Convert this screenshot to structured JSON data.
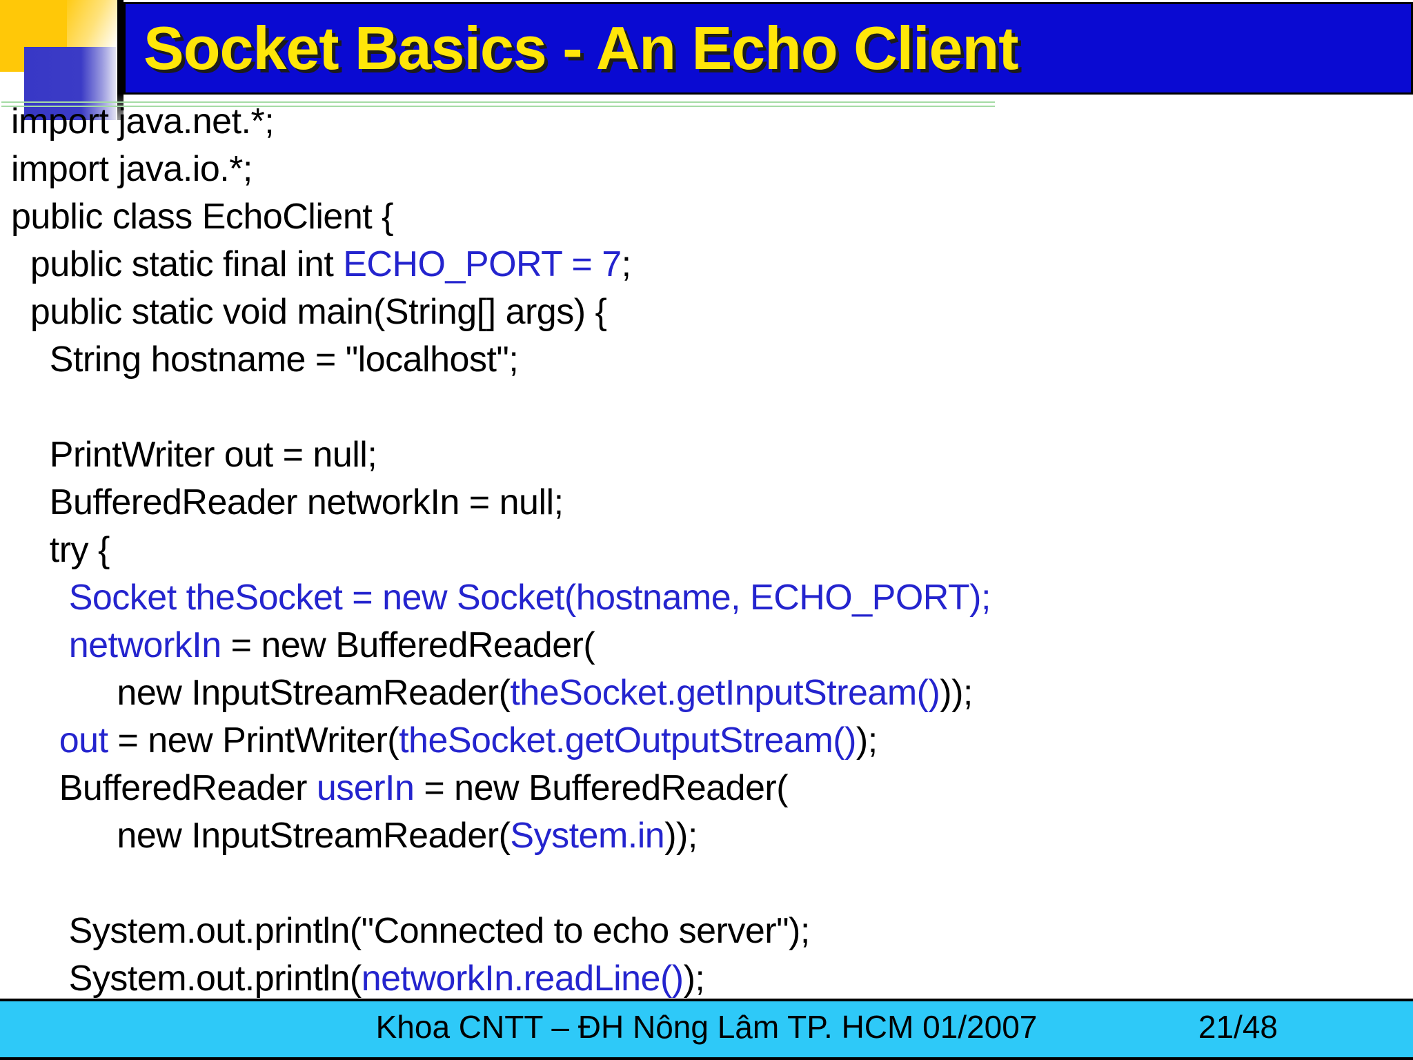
{
  "slide": {
    "title": "Socket Basics - An Echo Client",
    "footer": {
      "text": "Khoa CNTT – ĐH Nông Lâm TP. HCM 01/2007",
      "page": "21/48"
    }
  },
  "colors": {
    "title_bar_bg": "#0A0AD2",
    "title_text": "#FFE609",
    "code_black": "#000000",
    "code_blue": "#2424CE",
    "footer_bg": "#2EC9F8",
    "decor_gold": "#FFC808",
    "decor_blue": "#3838C6",
    "divider_green": "#A5DBA5"
  },
  "code": {
    "lines": [
      [
        {
          "t": "import java.net.*;",
          "c": "black"
        }
      ],
      [
        {
          "t": "import java.io.*;",
          "c": "black"
        }
      ],
      [
        {
          "t": "public class EchoClient {",
          "c": "black"
        }
      ],
      [
        {
          "t": "  public static final int ",
          "c": "black"
        },
        {
          "t": "ECHO_PORT = 7",
          "c": "blue"
        },
        {
          "t": ";",
          "c": "black"
        }
      ],
      [
        {
          "t": "  public static void main(String[] args) {",
          "c": "black"
        }
      ],
      [
        {
          "t": "    String hostname = \"localhost\";",
          "c": "black"
        }
      ],
      [],
      [
        {
          "t": "    PrintWriter out = null;",
          "c": "black"
        }
      ],
      [
        {
          "t": "    BufferedReader networkIn = null;",
          "c": "black"
        }
      ],
      [
        {
          "t": "    try {",
          "c": "black"
        }
      ],
      [
        {
          "t": "      ",
          "c": "black"
        },
        {
          "t": "Socket theSocket = new Socket(hostname, ECHO_PORT);",
          "c": "blue"
        }
      ],
      [
        {
          "t": "      ",
          "c": "black"
        },
        {
          "t": "networkIn",
          "c": "blue"
        },
        {
          "t": " = new BufferedReader(",
          "c": "black"
        }
      ],
      [
        {
          "t": "           new InputStreamReader(",
          "c": "black"
        },
        {
          "t": "theSocket.getInputStream()",
          "c": "blue"
        },
        {
          "t": "));",
          "c": "black"
        }
      ],
      [
        {
          "t": "     ",
          "c": "black"
        },
        {
          "t": "out",
          "c": "blue"
        },
        {
          "t": " = new PrintWriter(",
          "c": "black"
        },
        {
          "t": "theSocket.getOutputStream()",
          "c": "blue"
        },
        {
          "t": ");",
          "c": "black"
        }
      ],
      [
        {
          "t": "     BufferedReader ",
          "c": "black"
        },
        {
          "t": "userIn",
          "c": "blue"
        },
        {
          "t": " = new BufferedReader(",
          "c": "black"
        }
      ],
      [
        {
          "t": "           new InputStreamReader(",
          "c": "black"
        },
        {
          "t": "System.in",
          "c": "blue"
        },
        {
          "t": "));",
          "c": "black"
        }
      ],
      [],
      [
        {
          "t": "      System.out.println(\"Connected to echo server\");",
          "c": "black"
        }
      ],
      [
        {
          "t": "      System.out.println(",
          "c": "black"
        },
        {
          "t": "networkIn.readLine()",
          "c": "blue"
        },
        {
          "t": ");",
          "c": "black"
        }
      ]
    ]
  }
}
